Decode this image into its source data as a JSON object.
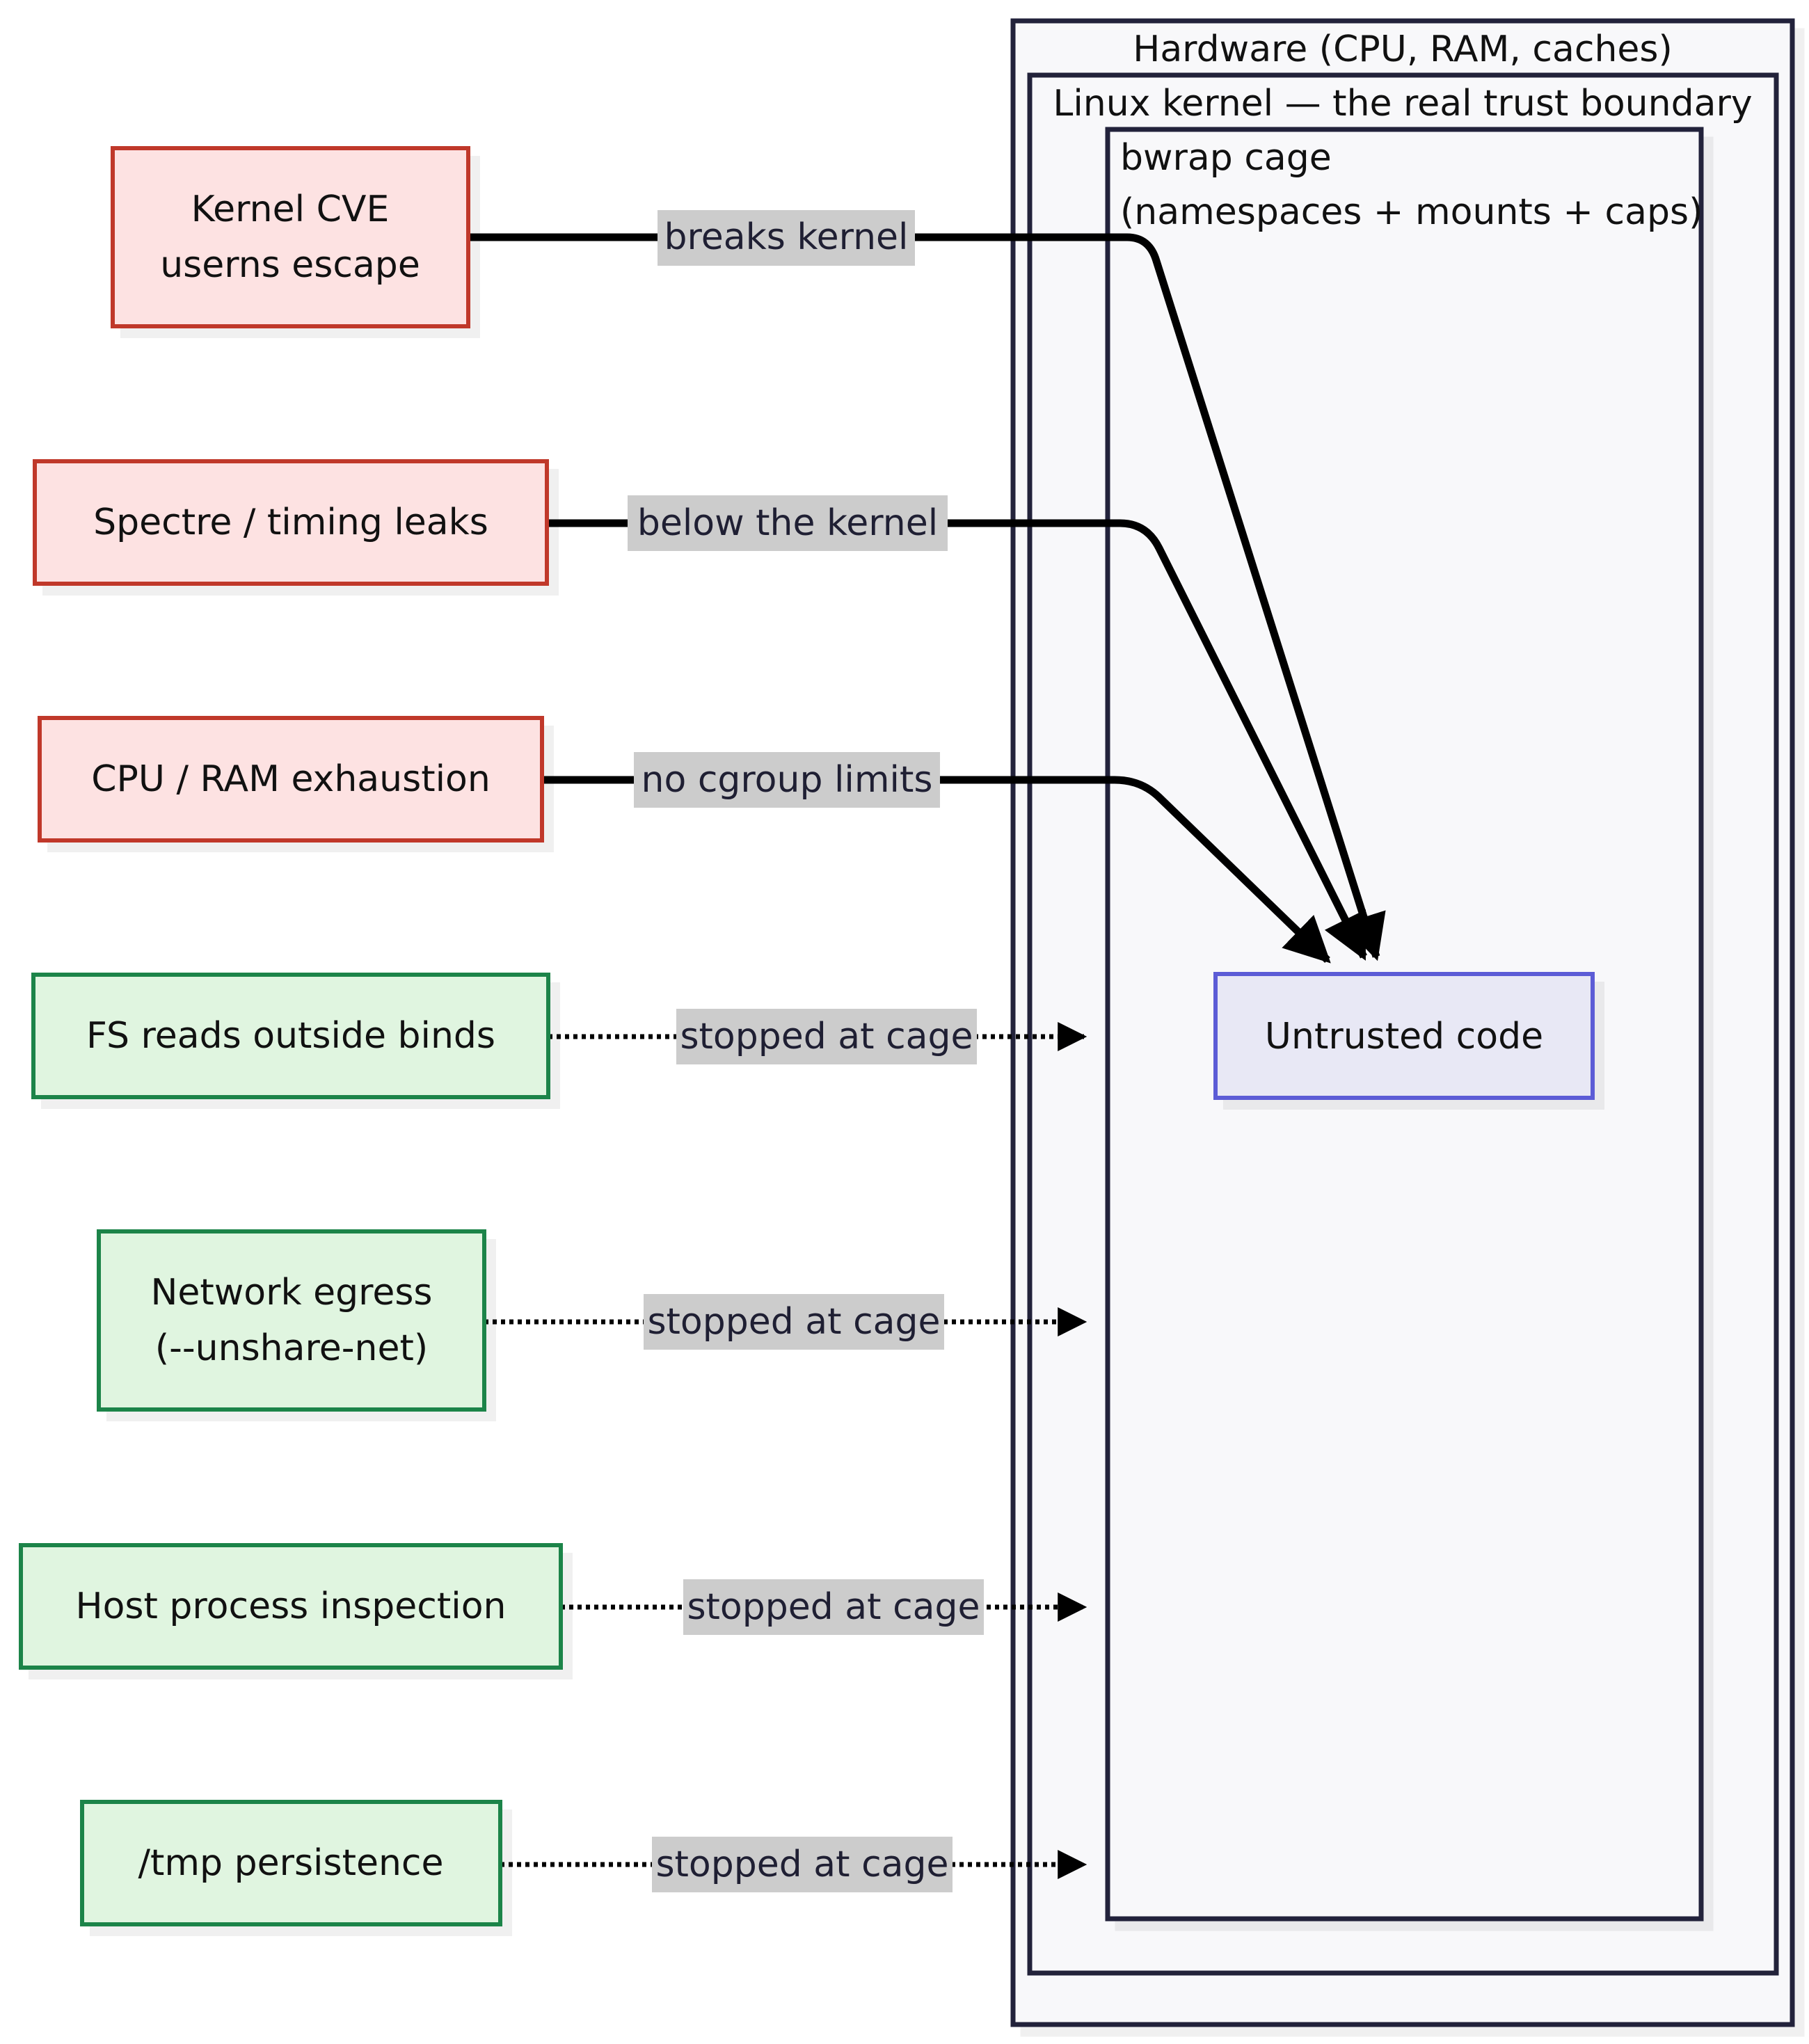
{
  "containers": {
    "hardware": {
      "label": "Hardware (CPU, RAM, caches)"
    },
    "kernel": {
      "label": "Linux kernel — the real trust boundary"
    },
    "cage": {
      "label_line1": "bwrap cage",
      "label_line2": "(namespaces + mounts + caps)"
    }
  },
  "target": {
    "label": "Untrusted code"
  },
  "threats": [
    {
      "line1": "Kernel CVE",
      "line2": "userns escape",
      "edge_label": "breaks kernel",
      "status": "breach"
    },
    {
      "line1": "Spectre / timing leaks",
      "line2": "",
      "edge_label": "below the kernel",
      "status": "breach"
    },
    {
      "line1": "CPU / RAM exhaustion",
      "line2": "",
      "edge_label": "no cgroup limits",
      "status": "breach"
    },
    {
      "line1": "FS reads outside binds",
      "line2": "",
      "edge_label": "stopped at cage",
      "status": "blocked"
    },
    {
      "line1": "Network egress",
      "line2": "(--unshare-net)",
      "edge_label": "stopped at cage",
      "status": "blocked"
    },
    {
      "line1": "Host process inspection",
      "line2": "",
      "edge_label": "stopped at cage",
      "status": "blocked"
    },
    {
      "line1": "/tmp persistence",
      "line2": "",
      "edge_label": "stopped at cage",
      "status": "blocked"
    }
  ],
  "colors": {
    "breach_fill": "#fde2e2",
    "breach_stroke": "#c0392b",
    "blocked_fill": "#e0f5e0",
    "blocked_stroke": "#1e8449",
    "target_fill": "#e8e8f5",
    "target_stroke": "#5b5bd6",
    "container_fill": "#f8f8fa",
    "container_stroke": "#22223a",
    "label_bg": "#cccccc"
  }
}
